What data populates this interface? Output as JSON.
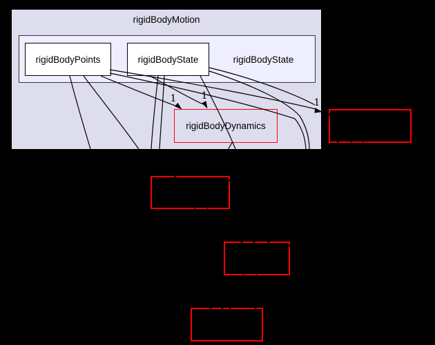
{
  "graph": {
    "outer_cluster": {
      "title": "rigidBodyMotion"
    },
    "inner_cluster": {
      "label": "rigidBodyState"
    },
    "nodes": {
      "rigid_body_points": {
        "label": "rigidBodyPoints"
      },
      "rigid_body_state": {
        "label": "rigidBodyState"
      },
      "rigid_body_dynamics": {
        "label": "rigidBodyDynamics"
      }
    },
    "edge_labels": [
      {
        "text": "1"
      },
      {
        "text": "1"
      },
      {
        "text": "1"
      }
    ],
    "colors": {
      "background": "#000000",
      "outer_cluster_fill": "#ddddee",
      "inner_cluster_fill": "#eeeeff",
      "inner_cluster_border": "#33333f",
      "node_fill": "#ffffff",
      "node_border": "#000000",
      "unresolved_node_border": "#ff0000",
      "edge": "#000000",
      "text": "#000000"
    }
  }
}
